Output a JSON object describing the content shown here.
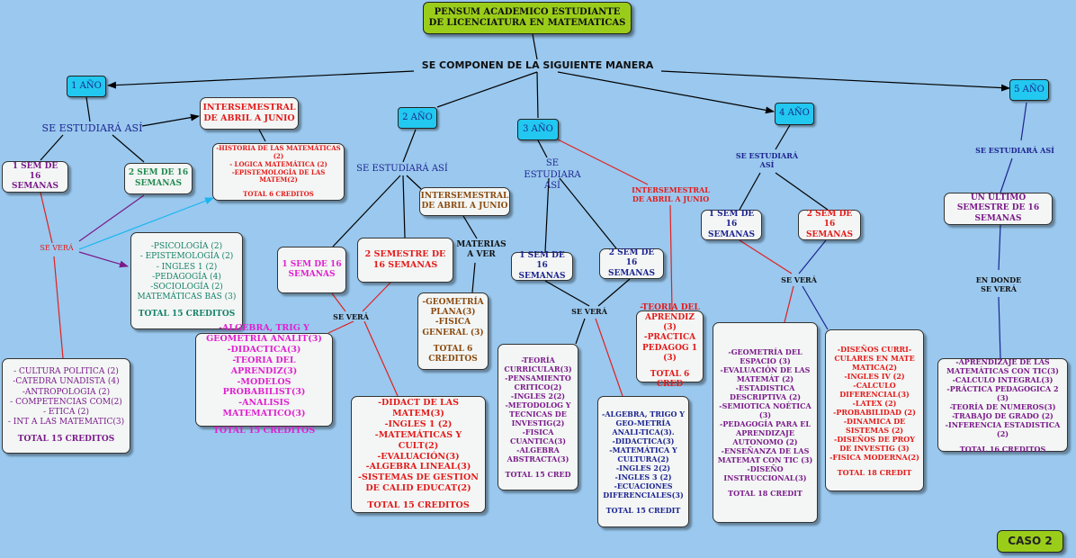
{
  "title": "PENSUM ACADEMICO ESTUDIANTE\nDE LICENCIATURA EN MATEMATICAS",
  "subtitle": "SE COMPONEN DE LA SIGUIENTE MANERA",
  "years": {
    "y1": "1 AÑO",
    "y2": "2 AÑO",
    "y3": "3 AÑO",
    "y4": "4 AÑO",
    "y5": "5 AÑO"
  },
  "y1": {
    "se_estudiara": "SE ESTUDIARÁ ASÍ",
    "inter_title": "INTERSEMESTRAL DE ABRIL A JUNIO",
    "inter_courses": [
      "-HISTORIA DE LAS MATEMÁTICAS (2)",
      "- LOGICA MATEMÁTICA (2)",
      "-EPISTEMOLOGÍA DE LAS MATEM(2)"
    ],
    "inter_total": "TOTAL 6 CREDITOS",
    "sem1": "1 SEM DE 16 SEMANAS",
    "sem2": "2 SEM DE 16 SEMANAS",
    "se_vera": "SE VERÁ",
    "sem2_courses": [
      "-PSICOLOGÍA (2)",
      "- EPISTEMOLOGÍA (2)",
      "- INGLES 1 (2)",
      "-PEDAGOGÍA (4)",
      "-SOCIOLOGÍA (2)",
      "MATEMÁTICAS BAS (3)"
    ],
    "sem2_total": "TOTAL 15 CREDITOS",
    "sem1_courses": [
      "- CULTURA POLITICA (2)",
      "-CATEDRA UNADISTA (4)",
      "-ANTROPOLOGIA (2)",
      "- COMPETENCIAS COM(2)",
      "- ETICA (2)",
      "- INT A LAS MATEMATIC(3)"
    ],
    "sem1_total": "TOTAL 15 CREDITOS"
  },
  "y2": {
    "se_estudiara": "SE ESTUDIARÁ ASÍ",
    "inter_title": "INTERSEMESTRAL DE ABRIL A JUNIO",
    "materias": "MATERIAS A VER",
    "inter_courses": [
      "-GEOMETRÍA PLANA(3)",
      "-FISICA GENERAL (3)"
    ],
    "inter_total": "TOTAL 6 CREDITOS",
    "sem1": "1 SEM DE 16 SEMANAS",
    "sem2": "2 SEMESTRE DE 16 SEMANAS",
    "se_vera": "SE VERÁ",
    "sem1_courses": [
      "-ALGEBRA, TRIG Y GEOMETRIA ANALIT(3)",
      "-DIDACTICA(3)",
      "-TEORIA DEL APRENDIZ(3)",
      "-MODELOS PROBABILIST(3)",
      "-ANALISIS MATEMATICO(3)"
    ],
    "sem1_total": "TOTAL 15 CREDITOS",
    "sem2_courses": [
      "-DIDACT DE LAS MATEM(3)",
      "-INGLES 1 (2)",
      "-MATEMÁTICAS Y CULT(2)",
      "-EVALUACIÓN(3)",
      "-ALGEBRA LINEAL(3)",
      "-SISTEMAS DE GESTION DE CALID EDUCAT(2)"
    ],
    "sem2_total": "TOTAL 15 CREDITOS"
  },
  "y3": {
    "se_estudiara": "SE ESTUDIARA ASÍ",
    "inter_title": "INTERSEMESTRAL DE ABRIL A JUNIO",
    "sem1": "1 SEM DE 16 SEMANAS",
    "sem2": "2 SEM DE 16 SEMANAS",
    "se_vera": "SE VERÁ",
    "inter_courses": [
      "-TEORIA DEL APRENDIZ (3)",
      "-PRACTICA PEDAGOG 1 (3)"
    ],
    "inter_total": "TOTAL 6 CRED",
    "sem1_courses": [
      "-TEORÍA CURRICULAR(3)",
      "-PENSAMIENTO CRITICO(2)",
      "-INGLES 2(2)",
      "-METODOLOG Y TECNICAS DE INVESTIG(2)",
      "-FISICA CUANTICA(3)",
      "-ALGEBRA ABSTRACTA(3)"
    ],
    "sem1_total": "TOTAL 15 CRED",
    "sem2_courses": [
      "-ALGEBRA, TRIGO Y GEO-METRÍA ANALI-TICA(3).",
      "-DIDACTICA(3)",
      "-MATEMÁTICA Y CULTURA(2)",
      "-INGLES 2(2)",
      "-INGLES 3 (2)",
      "-ECUACIONES DIFERENCIALES(3)"
    ],
    "sem2_total": "TOTAL 15 CREDIT"
  },
  "y4": {
    "se_estudiara": "SE ESTUDIARÁ ASÍ",
    "sem1": "1 SEM DE 16 SEMANAS",
    "sem2": "2 SEM DE 16 SEMANAS",
    "se_vera": "SE VERÁ",
    "sem1_courses": [
      "-GEOMETRÍA DEL ESPACIO (3)",
      "-EVALUACIÓN DE LAS MATEMÁT (2)",
      "-ESTADISTICA DESCRIPTIVA (2)",
      "-SEMIOTICA NOÉTICA (3)",
      "-PEDAGOGÍA PARA EL APRENDIZAJE AUTONOMO (2)",
      "-ENSEÑANZA DE LAS MATEMAT CON TIC (3)",
      "-DISEÑO INSTRUCCIONAL(3)"
    ],
    "sem1_total": "TOTAL 18 CREDIT",
    "sem2_courses": [
      "-DISEÑOS CURRI-CULARES EN MATE MATICA(2)",
      "-INGLES IV (2)",
      "-CALCULO DIFERENCIAL(3)",
      "-LATEX (2)",
      "-PROBABILIDAD (2)",
      "-DINAMICA DE SISTEMAS (2)",
      "-DISEÑOS DE PROY DE INVESTIG (3)",
      "-FISICA MODERNA(2)"
    ],
    "sem2_total": "TOTAL 18 CREDIT"
  },
  "y5": {
    "se_estudiara": "SE ESTUDIARÁ ASÍ",
    "sem": "UN ÚLTIMO SEMESTRE DE 16 SEMANAS",
    "en_donde": "EN DONDE SE VERÁ",
    "courses": [
      "-APRENDIZAJE DE LAS MATEMÁTICAS CON TIC(3)",
      "-CALCULO INTEGRAL(3)",
      "-PRÁCTICA PEDAGOGICA 2 (3)",
      "-TEORÍA DE NUMEROS(3)",
      "-TRABAJO DE GRADO (2)",
      "-INFERENCIA ESTADISTICA (2)"
    ],
    "total": "TOTAL 16 CREDITOS"
  },
  "caso": "CASO 2",
  "colors": {
    "background": "#9ac8ee",
    "year_box": "#22c8f0",
    "title_box": "#9acd1a",
    "line_red": "#e0201f",
    "line_navy": "#1d2490",
    "line_purple": "#7a1a8a",
    "line_cyan": "#19b6f0"
  }
}
